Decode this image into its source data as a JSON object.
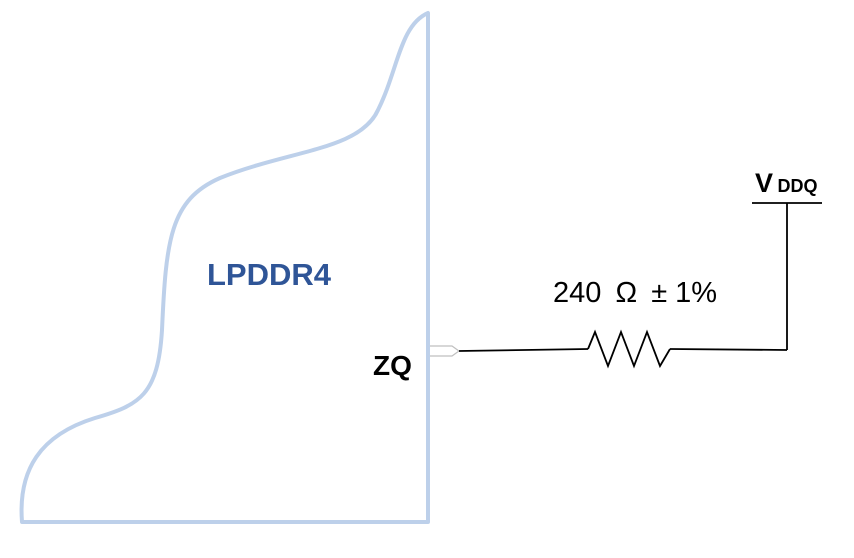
{
  "chip": {
    "name": "LPDDR4",
    "pin": "ZQ"
  },
  "resistor": {
    "value": "240",
    "unit_symbol": "Ω",
    "tolerance": "± 1%"
  },
  "supply": {
    "main": "V",
    "subscript": "DDQ"
  },
  "colors": {
    "chip_outline": "#BDD0EA",
    "chip_text": "#2F5597",
    "wire": "#000000",
    "pin_outline": "#BFBFBF"
  }
}
